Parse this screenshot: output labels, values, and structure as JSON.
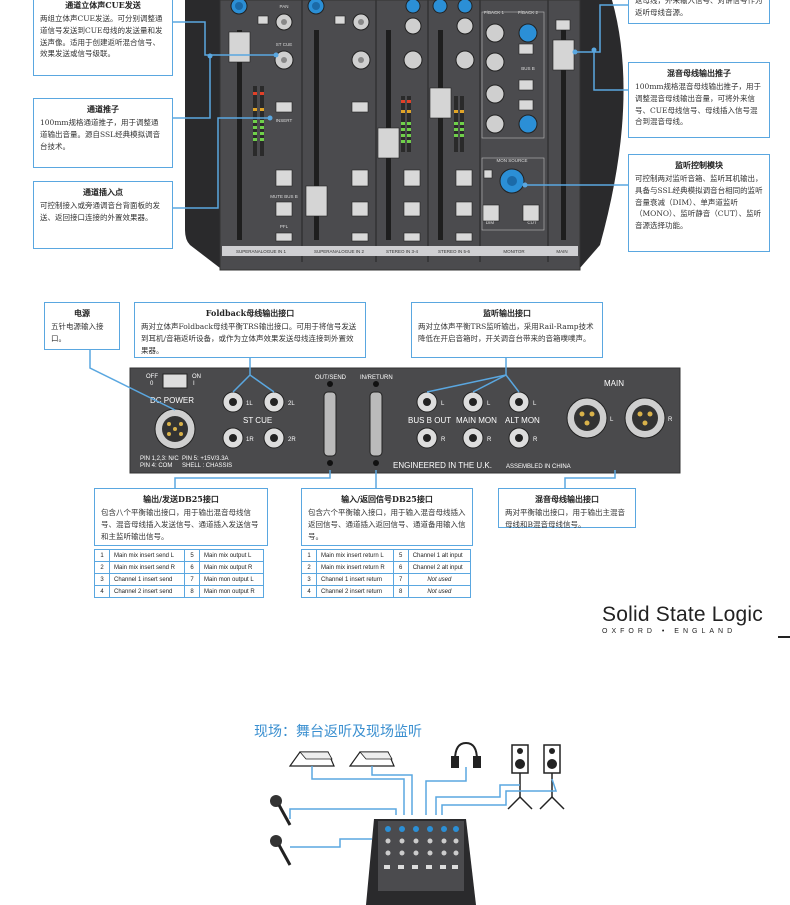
{
  "callouts_left": [
    {
      "title": "通道立体声CUE发送",
      "body": "两组立体声CUE发送。可分别调整通道信号发送到CUE母线的发送量和发送声像。适用于创建返听混合信号、效果发送或信号级联。"
    },
    {
      "title": "通道推子",
      "body": "100mm规格通道推子，用于调整通道输出音量。源自SSL经典模拟调音台技术。"
    },
    {
      "title": "通道插入点",
      "body": "可控制接入或旁通调音台背面板的发送、返回接口连接的外置效果器。"
    }
  ],
  "callouts_right": [
    {
      "title": "",
      "body": "返母线，外来输入信号、对讲信号作为 返听母线音源。"
    },
    {
      "title": "混音母线输出推子",
      "body": "100mm规格混音母线输出推子，用于调整混音母线输出音量，可将外来信号、CUE母线信号、母线插入信号混合到混音母线。"
    },
    {
      "title": "监听控制模块",
      "body": "可控制两对监听音箱、监听耳机输出，具备与SSL经典模拟调音台相同的监听音量衰减（DIM）、单声道监听（MONO）、监听静音（CUT）、监听音源选择功能。"
    }
  ],
  "callouts_rear_top": [
    {
      "title": "电源",
      "body": "五针电源输入接口。"
    },
    {
      "title": "Foldback母线输出接口",
      "body": "两对立体声Foldback母线平衡TRS输出接口。可用于将信号发送到耳机/音箱返听设备，或作为立体声效果发送母线连接到外置效果器。"
    },
    {
      "title": "监听输出接口",
      "body": "两对立体声平衡TRS监听输出，采用Rail-Ramp技术降低在开启音箱时，开关调音台带来的音箱噗噗声。"
    }
  ],
  "callouts_rear_bottom": [
    {
      "title": "输出/发送DB25接口",
      "body": "包含八个平衡输出接口，用于输出混音母线信号、混音母线插入发送信号、通道插入发送信号和主监听输出信号。"
    },
    {
      "title": "输入/返回信号DB25接口",
      "body": "包含六个平衡输入接口，用于输入混音母线插入返回信号、通道插入返回信号、通道备用输入信号。"
    },
    {
      "title": "混音母线输出接口",
      "body": "两对平衡输出接口，用于输出主混音母线和B混音母线信号。"
    }
  ],
  "top_strip_labels": [
    "SUPERANALOGUE IN 1",
    "SUPERANALOGUE IN 2",
    "STEREO IN 3-4",
    "STEREO IN 5-6",
    "MONITOR",
    "MAIN"
  ],
  "top_small_labels": {
    "fback1": "F/BACK 1",
    "fback2": "F/BACK 2",
    "busb": "BUS B",
    "monsource": "MON SOURCE",
    "insert": "INSERT",
    "mutebus": "MUTE BUS B",
    "pfl": "PFL",
    "dim": "DIM",
    "cut": "CUT",
    "stcue": "ST CUE",
    "pan": "PAN"
  },
  "rear": {
    "off": "OFF",
    "on": "ON",
    "off_n": "0",
    "on_n": "I",
    "dc_power": "DC POWER",
    "pins_text_1": "PIN 1,2,3: N/C",
    "pins_text_2": "PIN 4: COM",
    "pins_text_3": "PIN 5: +15V/3.3A",
    "pins_text_4": "SHELL : CHASSIS",
    "jack_1l": "1L",
    "jack_2l": "2L",
    "jack_1r": "1R",
    "jack_2r": "2R",
    "st_cue": "ST CUE",
    "out_send": "OUT/SEND",
    "in_return": "IN/RETURN",
    "engineered": "ENGINEERED IN THE U.K.",
    "assembled": "ASSEMBLED IN CHINA",
    "busb_out": "BUS B OUT",
    "main_mon": "MAIN MON",
    "alt_mon": "ALT MON",
    "l": "L",
    "r": "R",
    "main": "MAIN"
  },
  "pins_out": [
    [
      "1",
      "Main mix insert send L",
      "5",
      "Main mix output L"
    ],
    [
      "2",
      "Main mix insert send R",
      "6",
      "Main mix output R"
    ],
    [
      "3",
      "Channel 1 insert send",
      "7",
      "Main mon output L"
    ],
    [
      "4",
      "Channel 2 insert send",
      "8",
      "Main mon output R"
    ]
  ],
  "pins_in": [
    [
      "1",
      "Main mix insert return L",
      "5",
      "Channel 1 alt input"
    ],
    [
      "2",
      "Main mix insert return R",
      "6",
      "Channel 2 alt input"
    ],
    [
      "3",
      "Channel 1 insert return",
      "7",
      "Not used"
    ],
    [
      "4",
      "Channel 2 insert return",
      "8",
      "Not used"
    ]
  ],
  "brand": {
    "name": "Solid State Logic",
    "sub": "OXFORD • ENGLAND"
  },
  "live_title": "现场：舞台返听及现场监听",
  "colors": {
    "accent": "#5aa7e0",
    "panel": "#4a4a4c",
    "knob_blue": "#2b8fd6"
  }
}
